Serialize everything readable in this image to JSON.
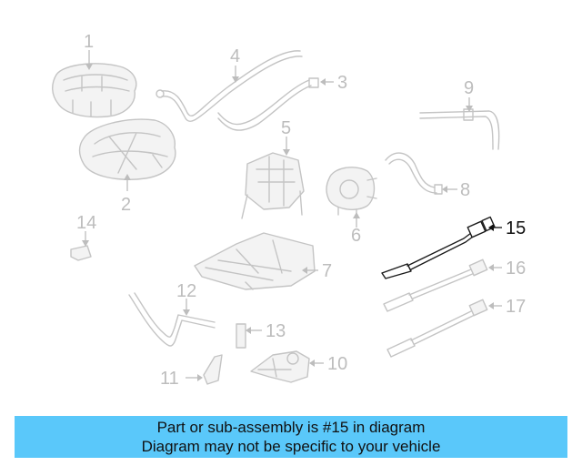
{
  "diagram": {
    "callouts": [
      "1",
      "2",
      "3",
      "4",
      "5",
      "6",
      "7",
      "8",
      "9",
      "10",
      "11",
      "12",
      "13",
      "14",
      "15",
      "16",
      "17"
    ],
    "highlighted": "15",
    "colors": {
      "highlight": "#111111",
      "faded": "#bdbdbd",
      "banner": "#5ac8fa"
    }
  },
  "banner": {
    "line1": "Part or sub-assembly is #15 in diagram",
    "line2": "Diagram may not be specific to your vehicle"
  }
}
